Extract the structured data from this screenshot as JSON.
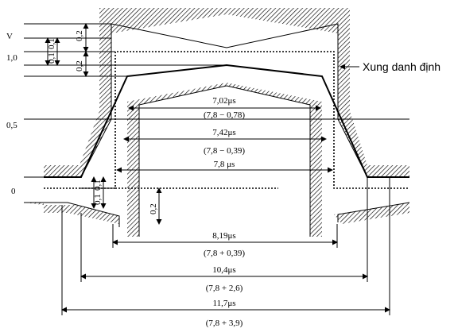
{
  "y_axis": {
    "v": "V",
    "one": "1,0",
    "half": "0,5",
    "zero": "0"
  },
  "vertical_dims": {
    "top_0_2": "0,2",
    "left_0_1a": "0,1",
    "left_0_1b": "0,1",
    "mid_0_2": "0,2",
    "bottom_0_1a": "0,1",
    "bottom_0_1b": "0,1",
    "bottom_0_2": "0,2"
  },
  "annotation": "Xung danh định",
  "horizontal_dims": [
    {
      "value": "7,02μs",
      "formula": "(7,8 − 0,78)"
    },
    {
      "value": "7,42μs",
      "formula": "(7,8 − 0,39)"
    },
    {
      "value": "7,8 μs",
      "formula": ""
    },
    {
      "value": "8,19μs",
      "formula": "(7,8 + 0,39)"
    },
    {
      "value": "10,4μs",
      "formula": "(7,8 + 2,6)"
    },
    {
      "value": "11,7μs",
      "formula": "(7,8 + 3,9)"
    }
  ],
  "colors": {
    "line": "#000000",
    "background": "#ffffff"
  }
}
